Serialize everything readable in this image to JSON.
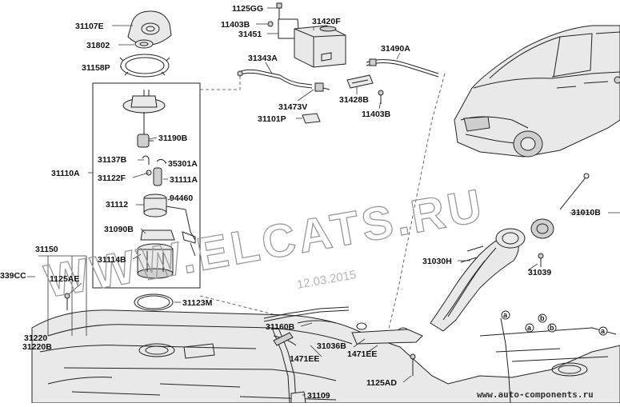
{
  "watermark": {
    "text": "WWW.ELCATS.RU",
    "date": "12.03.2015"
  },
  "footer_url": "www.auto-components.ru",
  "circle_letters": {
    "a": "a",
    "b": "b"
  },
  "labels": {
    "p31107E": "31107E",
    "p31802": "31802",
    "p31158P": "31158P",
    "p1125GG": "1125GG",
    "p11403B_top": "11403B",
    "p31451": "31451",
    "p31420F": "31420F",
    "p31343A": "31343A",
    "p31490A": "31490A",
    "p31473V": "31473V",
    "p31428B": "31428B",
    "p31101P": "31101P",
    "p11403B_mid": "11403B",
    "p31190B": "31190B",
    "p31137B": "31137B",
    "p35301A": "35301A",
    "p31110A": "31110A",
    "p31122F": "31122F",
    "p31111A": "31111A",
    "p31112": "31112",
    "p94460": "94460",
    "p31010B": "31010B",
    "p31090B": "31090B",
    "p31114B": "31114B",
    "p31150": "31150",
    "p31030H": "31030H",
    "p31039": "31039",
    "p339CC": "339CC",
    "p1125AE": "1125AE",
    "p31123M": "31123M",
    "p31160B": "31160B",
    "p31220": "31220",
    "p31220B": "31220B",
    "p31036B": "31036B",
    "p1471EE_left": "1471EE",
    "p1471EE_right": "1471EE",
    "p1125AD": "1125AD",
    "p31109": "31109"
  }
}
